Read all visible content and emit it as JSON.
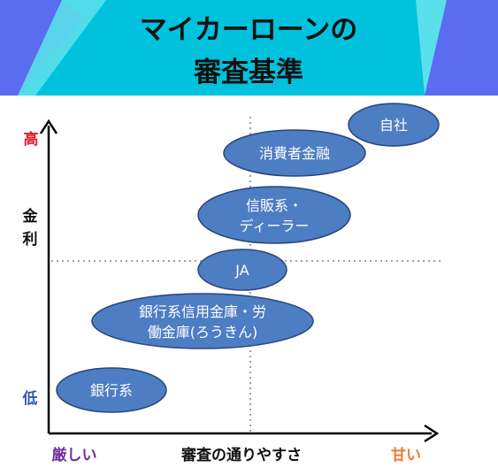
{
  "header": {
    "title_line1": "マイカーローンの",
    "title_line2": "審査基準"
  },
  "y_axis": {
    "high": "高",
    "label_chars": [
      "金",
      "利"
    ],
    "low": "低"
  },
  "x_axis": {
    "strict": "厳しい",
    "label": "審査の通りやすさ",
    "lenient": "甘い"
  },
  "items": [
    {
      "lines": [
        "自社"
      ]
    },
    {
      "lines": [
        "消費者金融"
      ]
    },
    {
      "lines": [
        "信販系・",
        "ディーラー"
      ]
    },
    {
      "lines": [
        "JA"
      ]
    },
    {
      "lines": [
        "銀行系信用金庫・労",
        "働金庫(ろうきん)"
      ]
    },
    {
      "lines": [
        "銀行系"
      ]
    }
  ],
  "colors": {
    "header_bg": "#00c2dc",
    "accent_blue": "#5b6cf0",
    "ellipse_fill": "#4d7dc3",
    "ellipse_stroke": "#27467a",
    "high_red": "#e3182d",
    "low_blue": "#2c5ba8",
    "strict_purple": "#7030a0",
    "lenient_orange": "#ed7d31"
  }
}
